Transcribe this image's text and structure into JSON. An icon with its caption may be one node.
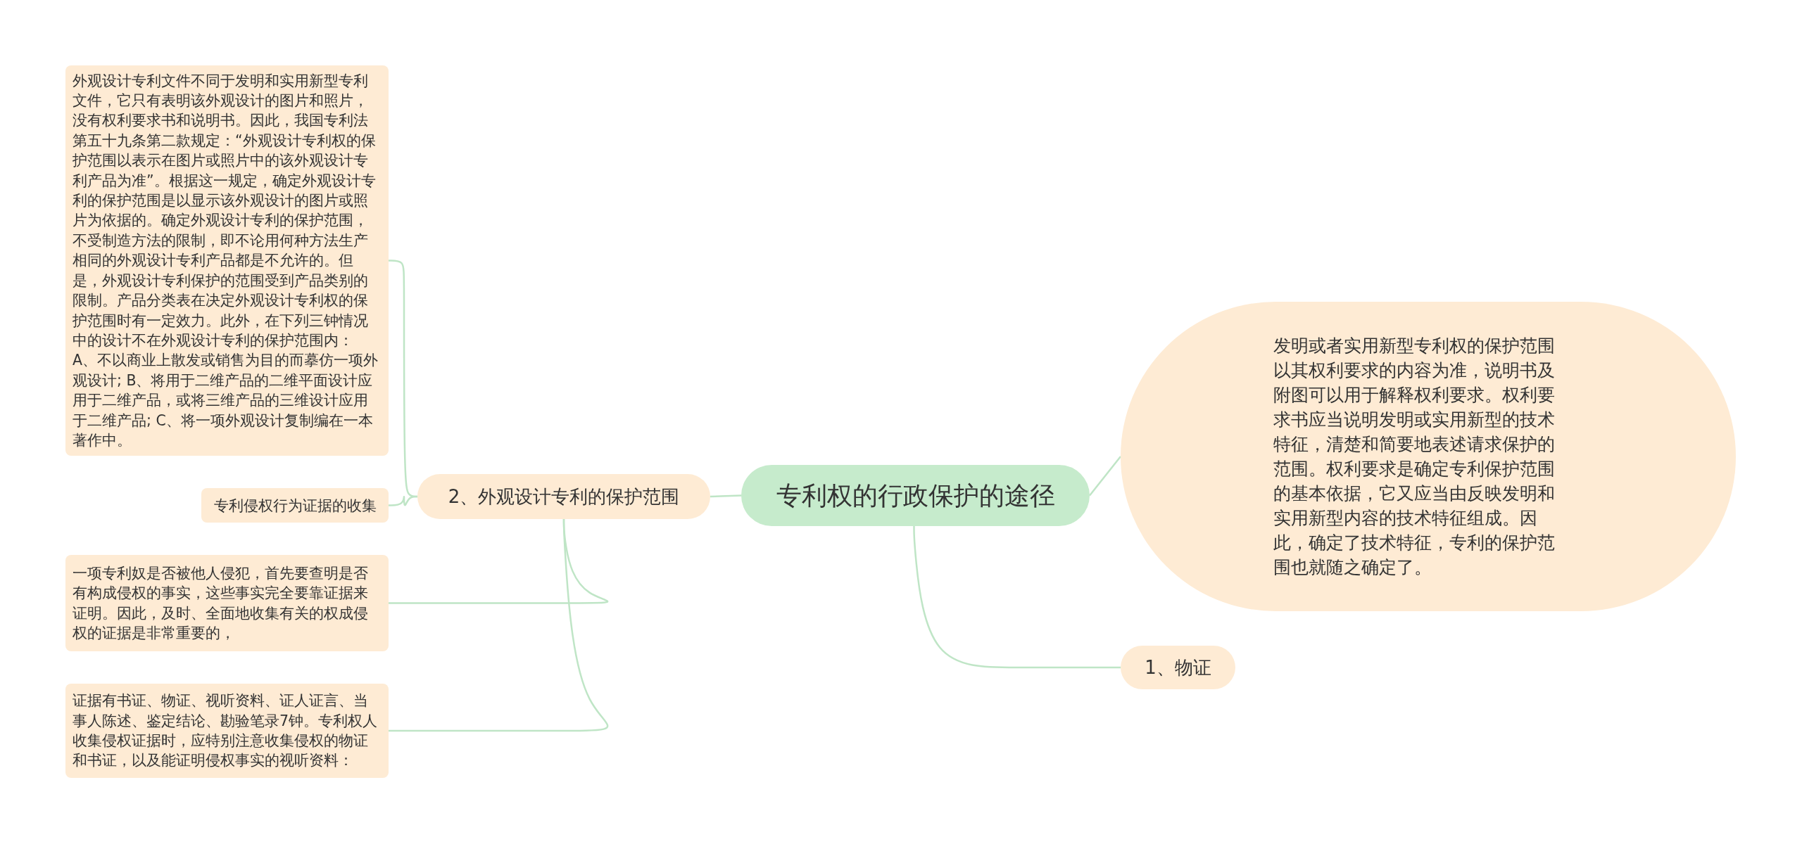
{
  "diagram": {
    "nodes": [
      {
        "text": [
          "专利权的行政保护的途径"
        ]
      },
      {
        "text": [
          "发明或者实用新型专利权的保护范围以其权利要求的内容为准，说明书及附图可以用于解释权利要求。权利要求书应当说明发明或实用新型的技术特征，清楚和简要地表述请求保护的范围。权利要求是确定专利保护范围的基本依据，它又应当由反映发明和实用新型内容的技术特征组成。因此，确定了技术特征，专利的保护范围也就随之确定了。"
        ]
      },
      {
        "text": [
          "1、物证"
        ]
      },
      {
        "text": [
          "2、外观设计专利的保护范围"
        ]
      },
      {
        "text": [
          "外观设计专利文件不同于发明和实用新型专利文件，它只有表明该外观设计的图片和照片，没有权利要求书和说明书。因此，我国专利法第五十九条第二款规定：“外观设计专利权的保护范围以表示在图片或照片中的该外观设计专利产品为准”。根据这一规定，确定外观设计专利的保护范围是以显示该外观设计的图片或照片为依据的。确定外观设计专利的保护范围，不受制造方法的限制，即不论用何种方法生产相同的外观设计专利产品都是不允许的。但是，外观设计专利保护的范围受到产品类别的限制。产品分类表在决定外观设计专利权的保护范围时有一定效力。此外，在下列三钟情况中的设计不在外观设计专利的保护范围内： A、不以商业上散发或销售为目的而摹仿一项外观设计; B、将用于二维产品的二维平面设计应用于二维产品，或将三维产品的三维设计应用于二维产品; C、将一项外观设计复制编在一本著作中。"
        ]
      },
      {
        "text": [
          "专利侵权行为证据的收集"
        ]
      },
      {
        "text": [
          "一项专利奴是否被他人侵犯，首先要查明是否有构成侵权的事实，这些事实完全要靠证据来证明。因此，及时、全面地收集有关的权成侵权的证据是非常重要的，"
        ]
      },
      {
        "text": [
          "证据有书证、物证、视听资料、证人证言、当事人陈述、鉴定结论、勘验笔录7钟。专利权人收集侵权证据时，应特别注意收集侵权的物证和书证，以及能证明侵权事实的视听资料："
        ]
      }
    ],
    "edges": [
      {
        "from": 0,
        "to": 1,
        "arrow": "none"
      },
      {
        "from": 0,
        "to": 2,
        "arrow": "none"
      },
      {
        "from": 0,
        "to": 3,
        "arrow": "none"
      },
      {
        "from": 3,
        "to": 4,
        "arrow": "none"
      },
      {
        "from": 3,
        "to": 5,
        "arrow": "none"
      },
      {
        "from": 3,
        "to": 6,
        "arrow": "none"
      },
      {
        "from": 3,
        "to": 7,
        "arrow": "none"
      }
    ]
  }
}
